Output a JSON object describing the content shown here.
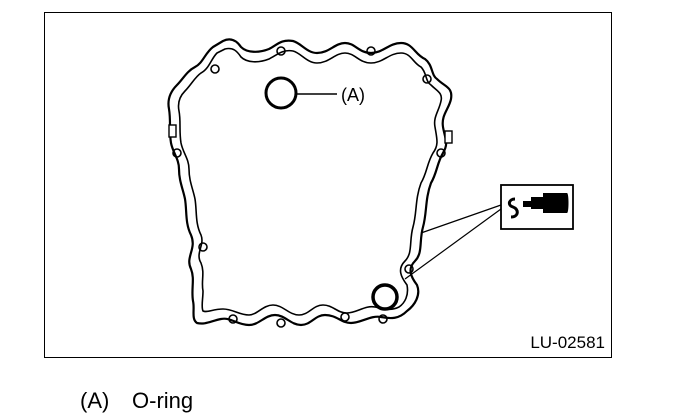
{
  "figure": {
    "callout_label": "(A)",
    "figure_id": "LU-02581",
    "sealant_icon": "liquid-gasket-sealant-icon"
  },
  "legend": [
    {
      "key": "(A)",
      "text": "O-ring"
    }
  ]
}
